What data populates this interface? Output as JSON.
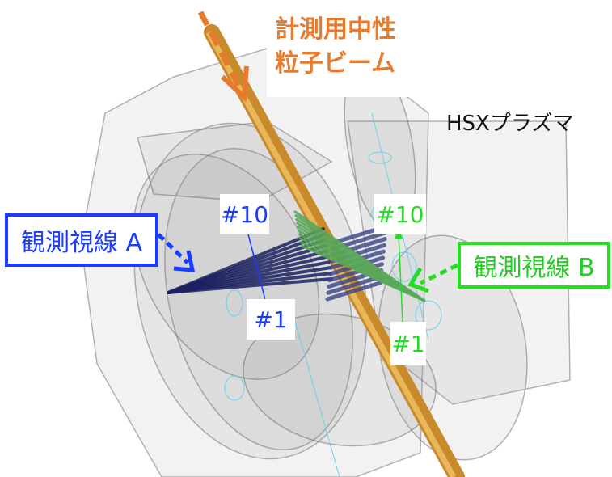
{
  "beam_label": {
    "line1": "計測用中性",
    "line2": "粒子ビーム"
  },
  "plasma_label": "HSXプラズマ",
  "sightline_a": {
    "label": "観測視線 A",
    "first": "#1",
    "last": "#10",
    "color": "#1a3cff"
  },
  "sightline_b": {
    "label": "観測視線 B",
    "first": "#1",
    "last": "#10",
    "color": "#22dd22"
  },
  "channel_count": 10,
  "colors": {
    "beam": "#d99a3a",
    "beam_arrow": "#e87a2e",
    "fan_a": "#1c2260",
    "fan_b": "#5aa85a"
  }
}
